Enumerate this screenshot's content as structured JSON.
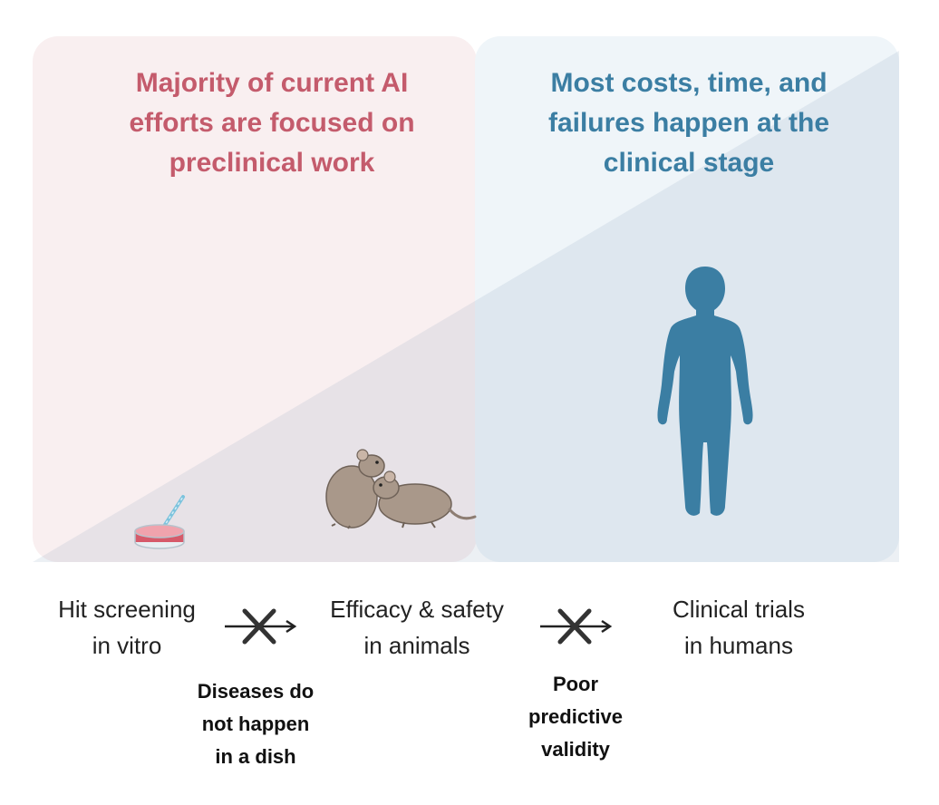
{
  "left_panel": {
    "heading": "Majority of current AI\nefforts are focused on\npreclinical work",
    "color": "#c45b6c"
  },
  "right_panel": {
    "heading": "Most costs, time, and\nfailures happen at the\nclinical stage",
    "color": "#3b7ea3"
  },
  "stages": [
    {
      "label": "Hit screening\nin vitro",
      "icon": "petri-dish-icon"
    },
    {
      "label": "Efficacy & safety\nin animals",
      "icon": "rats-icon"
    },
    {
      "label": "Clinical trials\nin humans",
      "icon": "human-silhouette-icon"
    }
  ],
  "transitions": [
    {
      "reason": "Diseases do\nnot happen\nin a dish",
      "icon": "blocked-arrow-icon"
    },
    {
      "reason": "Poor\npredictive\nvalidity",
      "icon": "blocked-arrow-icon"
    }
  ]
}
